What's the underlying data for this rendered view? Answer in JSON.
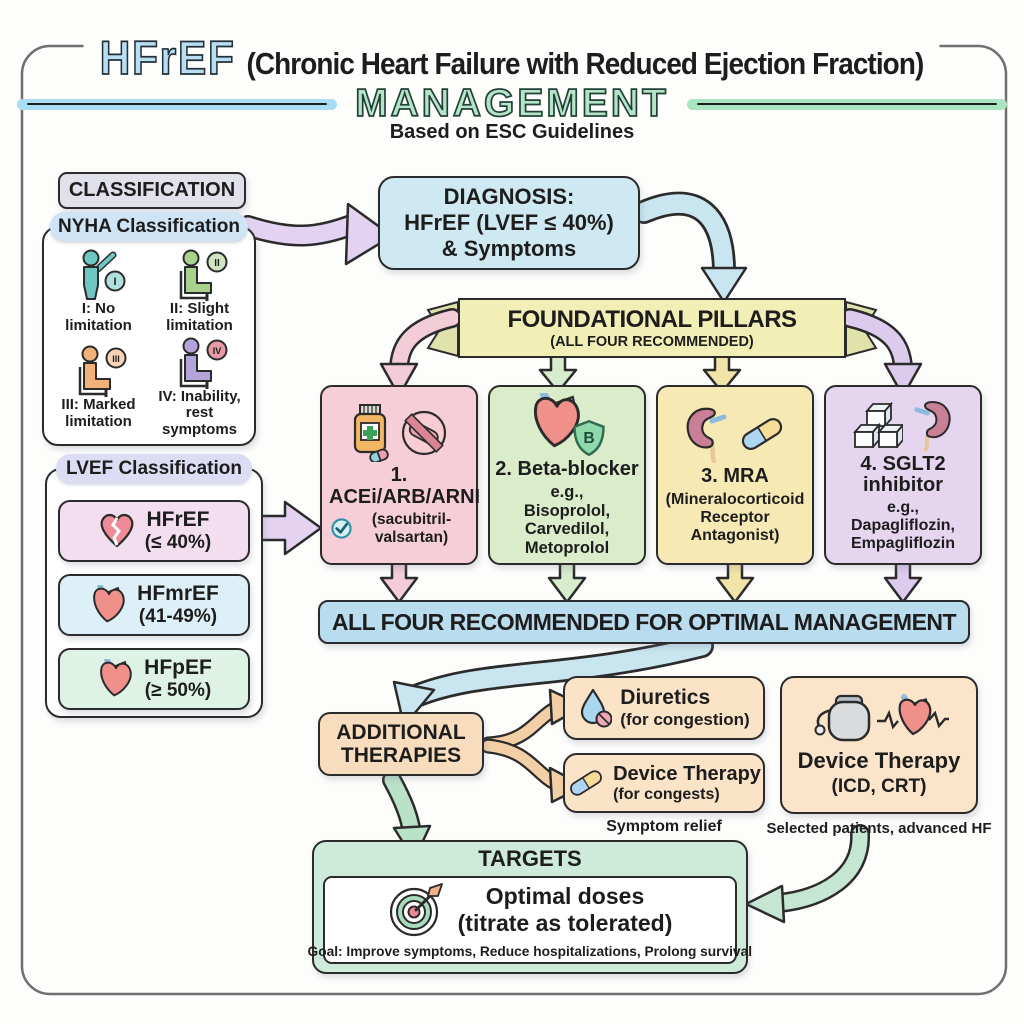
{
  "title": {
    "acronym": "HFrEF",
    "subtitle": "(Chronic Heart Failure with Reduced Ejection Fraction)",
    "management": "MANAGEMENT",
    "based_on": "Based on ESC Guidelines"
  },
  "classification": {
    "label": "CLASSIFICATION",
    "nyha": {
      "title": "NYHA Classification",
      "classes": [
        {
          "numeral": "I",
          "line1": "I: No",
          "line2": "limitation",
          "color": "#6fc7c3"
        },
        {
          "numeral": "II",
          "line1": "II: Slight",
          "line2": "limitation",
          "color": "#a9d18e"
        },
        {
          "numeral": "III",
          "line1": "III: Marked",
          "line2": "limitation",
          "color": "#f2b179"
        },
        {
          "numeral": "IV",
          "line1": "IV: Inability,",
          "line2": "rest symptoms",
          "color": "#b3a5d9"
        }
      ]
    },
    "lvef": {
      "title": "LVEF Classification",
      "rows": [
        {
          "name": "HFrEF",
          "range": "(≤ 40%)",
          "bg": "#f3def0"
        },
        {
          "name": "HFmrEF",
          "range": "(41-49%)",
          "bg": "#def0f7"
        },
        {
          "name": "HFpEF",
          "range": "(≥ 50%)",
          "bg": "#def3e5"
        }
      ]
    }
  },
  "diagnosis": {
    "line1": "DIAGNOSIS:",
    "line2": "HFrEF (LVEF ≤ 40%)",
    "line3": "& Symptoms"
  },
  "banner": {
    "title": "FOUNDATIONAL PILLARS",
    "subtitle": "(ALL FOUR RECOMMENDED)"
  },
  "pillars": [
    {
      "name": "1. ACEi/ARB/ARNI",
      "note": "(sacubitril-valsartan)",
      "bg": "#f6ced8"
    },
    {
      "name": "2. Beta-blocker",
      "note": "e.g., Bisoprolol, Carvedilol, Metoprolol",
      "shield_letter": "B",
      "bg": "#daecca"
    },
    {
      "name": "3. MRA",
      "note": "(Mineralocorticoid Receptor Antagonist)",
      "bg": "#f6e9b4"
    },
    {
      "name": "4. SGLT2 inhibitor",
      "note": "e.g., Dapagliflozin, Empagliflozin",
      "bg": "#e5d5ef"
    }
  ],
  "bar": {
    "text": "ALL FOUR RECOMMENDED FOR OPTIMAL MANAGEMENT",
    "bg": "#badcef"
  },
  "additional": {
    "line1": "ADDITIONAL",
    "line2": "THERAPIES",
    "diuretics": {
      "title": "Diuretics",
      "note": "(for congestion)"
    },
    "device_small": {
      "title": "Device Therapy",
      "note": "(for congests)"
    },
    "relief": "Symptom relief",
    "bg": "#f9dfc2"
  },
  "device": {
    "title": "Device Therapy",
    "subtitle": "(ICD, CRT)",
    "note": "Selected patients, advanced HF"
  },
  "targets": {
    "title": "TARGETS",
    "dose1": "Optimal doses",
    "dose2": "(titrate as tolerated)",
    "goal": "Goal: Improve symptoms, Reduce hospitalizations, Prolong survival",
    "bg": "#cdeada"
  },
  "colors": {
    "banner_yellow": "#f1eeb6",
    "arrow_blue": "#c9e5f0",
    "arrow_pink": "#f2ccd6",
    "arrow_green": "#b9e2c8",
    "arrow_purple": "#e3d2f2",
    "arrow_orange": "#f3cfa5",
    "title_blue": "#b9ddf1",
    "title_green": "#b5e5c6"
  }
}
